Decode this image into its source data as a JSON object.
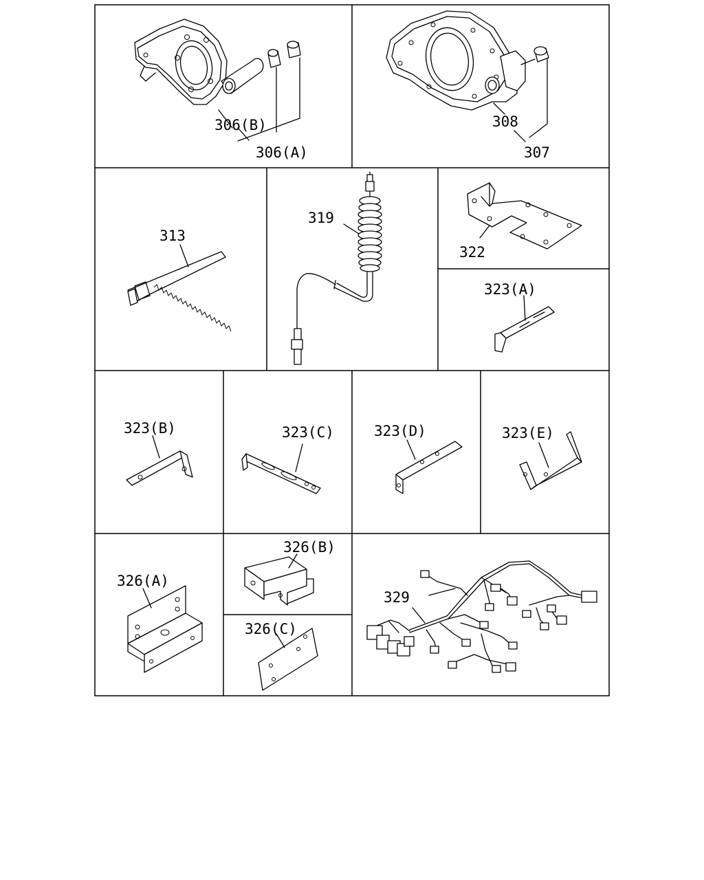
{
  "labels": {
    "l306b": "306(B)",
    "l306a": "306(A)",
    "l308": "308",
    "l307": "307",
    "l313": "313",
    "l319": "319",
    "l322": "322",
    "l323a": "323(A)",
    "l323b": "323(B)",
    "l323c": "323(C)",
    "l323d": "323(D)",
    "l323e": "323(E)",
    "l326a": "326(A)",
    "l326b": "326(B)",
    "l326c": "326(C)",
    "l329": "329"
  }
}
